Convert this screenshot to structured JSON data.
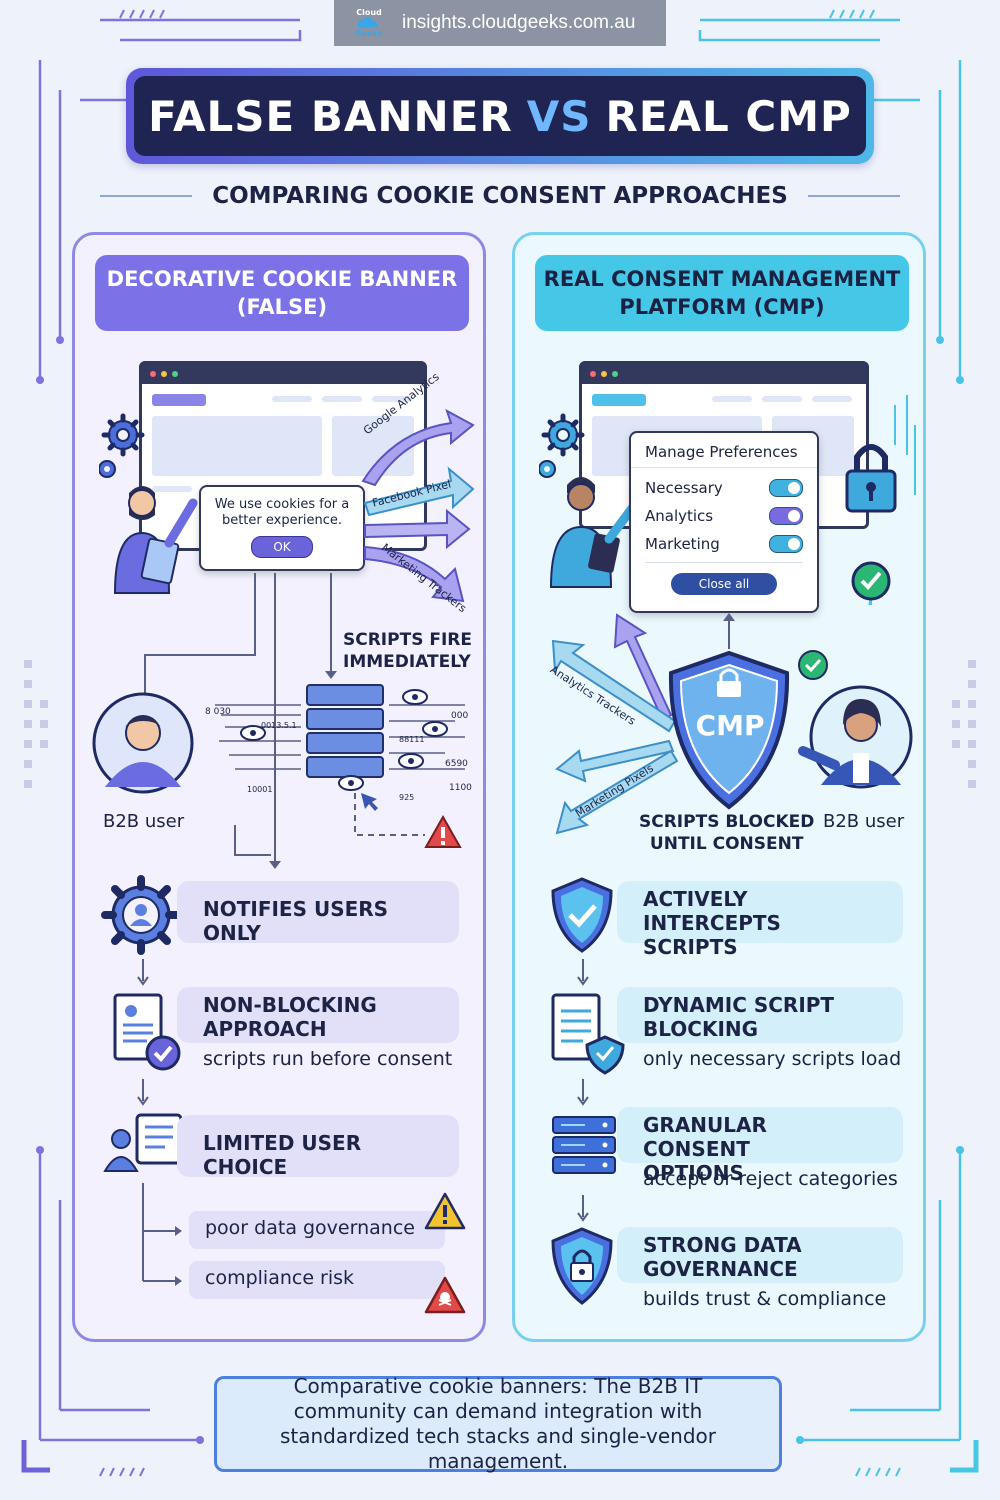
{
  "site": {
    "url": "insights.cloudgeeks.com.au",
    "logo_line1": "Cloud",
    "logo_line2": "Geeks"
  },
  "title": {
    "part1": "FALSE BANNER",
    "vs": "VS",
    "part2": "REAL CMP"
  },
  "subtitle": "COMPARING COOKIE CONSENT APPROACHES",
  "left": {
    "header": "DECORATIVE COOKIE BANNER (FALSE)",
    "banner_text": "We use cookies for a better experience.",
    "ok_label": "OK",
    "arrows": [
      "Google Analytics",
      "Facebook Pixel",
      "Marketing Trackers"
    ],
    "scripts_label_1": "SCRIPTS FIRE",
    "scripts_label_2": "IMMEDIATELY",
    "user_label": "B2B user",
    "code_bits": [
      "8 030",
      "0013.5.1",
      "000",
      "88111",
      "6590",
      "1100",
      "10001",
      "925"
    ],
    "features": [
      {
        "title": "NOTIFIES USERS ONLY",
        "sub": ""
      },
      {
        "title_1": "NON-BLOCKING",
        "title_2": "APPROACH",
        "sub": "scripts run before consent"
      },
      {
        "title": "LIMITED USER CHOICE",
        "sub": ""
      }
    ],
    "risks": [
      "poor data governance",
      "compliance risk"
    ]
  },
  "right": {
    "header": "REAL CONSENT MANAGEMENT PLATFORM (CMP)",
    "prefs_title": "Manage Preferences",
    "prefs": [
      {
        "label": "Necessary",
        "color": "#3fb2e0"
      },
      {
        "label": "Analytics",
        "color": "#7a6ae0"
      },
      {
        "label": "Marketing",
        "color": "#3fb2e0"
      }
    ],
    "close_label": "Close all",
    "cmp_label": "CMP",
    "arrows": [
      "Analytics Trackers",
      "Marketing Pixels"
    ],
    "blocked_label_1": "SCRIPTS BLOCKED",
    "blocked_label_2": "UNTIL CONSENT",
    "user_label": "B2B user",
    "features": [
      {
        "title_1": "ACTIVELY INTERCEPTS",
        "title_2": "SCRIPTS",
        "sub": ""
      },
      {
        "title_1": "DYNAMIC SCRIPT",
        "title_2": "BLOCKING",
        "sub": "only necessary scripts load"
      },
      {
        "title_1": "GRANULAR CONSENT",
        "title_2": "OPTIONS",
        "sub": "accept or reject categories"
      },
      {
        "title_1": "STRONG DATA",
        "title_2": "GOVERNANCE",
        "sub": "builds trust & compliance"
      }
    ]
  },
  "footer": "Comparative cookie banners: The B2B IT community can demand integration with standardized tech stacks and single-vendor management.",
  "colors": {
    "purple": "#7b72e7",
    "cyan": "#45c8e8",
    "navy": "#202452",
    "warning": "#f2c230",
    "danger": "#e24a4a",
    "success": "#2bb673"
  }
}
